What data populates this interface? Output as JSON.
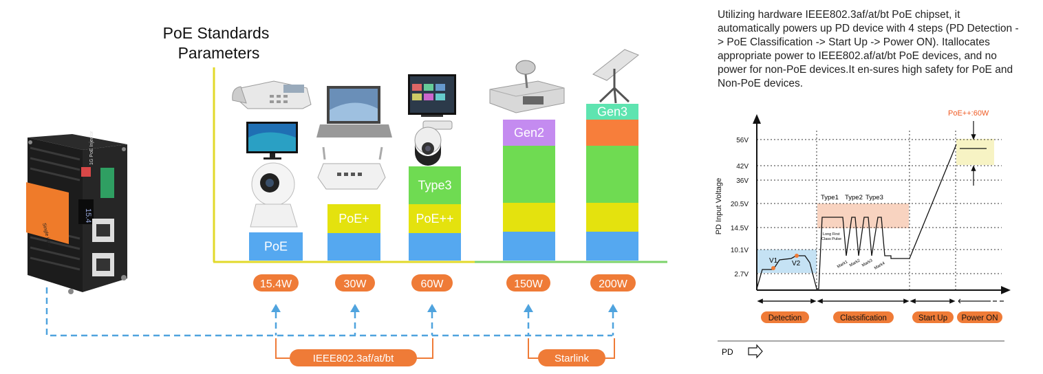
{
  "left_title": {
    "line1": "PoE Standards",
    "line2": "Parameters"
  },
  "device": {
    "top_label": "1G PoE Injector",
    "side_label": "Single input",
    "display": "15.4"
  },
  "bars": [
    {
      "segments": [
        {
          "label": "PoE"
        }
      ],
      "power": "15.4W"
    },
    {
      "segments": [
        {
          "label": ""
        },
        {
          "label": "PoE+"
        }
      ],
      "power": "30W"
    },
    {
      "segments": [
        {
          "label": ""
        },
        {
          "label": "PoE++"
        },
        {
          "label": "Type3"
        }
      ],
      "power": "60W"
    },
    {
      "segments": [
        {
          "label": ""
        },
        {
          "label": ""
        },
        {
          "label": ""
        },
        {
          "label": ""
        },
        {
          "label": "Gen2"
        }
      ],
      "power": "150W"
    },
    {
      "segments": [
        {
          "label": ""
        },
        {
          "label": ""
        },
        {
          "label": ""
        },
        {
          "label": ""
        },
        {
          "label": ""
        },
        {
          "label": "Gen3"
        }
      ],
      "power": "200W"
    }
  ],
  "bracket_labels": {
    "ieee": "IEEE802.3af/at/bt",
    "starlink": "Starlink"
  },
  "colors": {
    "blue": "#55a8f0",
    "yellow": "#e4e20e",
    "green": "#6fdb52",
    "orange": "#f77e3b",
    "purple": "#c48bf0",
    "teal": "#5ee4b0",
    "pill": "#ef7b37",
    "dash": "#4fa3de",
    "axis": "#e2d92a"
  },
  "description": "Utilizing hardware IEEE802.3af/at/bt PoE chipset, it automatically powers up PD device with 4 steps (PD Detection -> PoE Classification -> Start Up -> Power ON). Itallocates appropriate power to IEEE802.af/at/bt PoE devices, and no power for non-PoE devices.It en-sures high safety for PoE and Non-PoE devices.",
  "graph": {
    "y_axis_label": "PD Input Voltage",
    "y_ticks": [
      "56V",
      "42V",
      "36V",
      "20.5V",
      "14.5V",
      "10.1V",
      "2.7V"
    ],
    "annotation": "PoE++:60W",
    "type_labels": [
      "Type1",
      "Type2",
      "Type3"
    ],
    "pulse_label_1": "Long First",
    "pulse_label_2": "Class Pulse",
    "mark_labels": [
      "Mark1",
      "Mark2",
      "Mark3",
      "Mark4"
    ],
    "v_labels": [
      "V1",
      "V2"
    ],
    "stages": [
      "Detection",
      "Classification",
      "Start Up",
      "Power ON"
    ],
    "pd_label": "PD"
  }
}
